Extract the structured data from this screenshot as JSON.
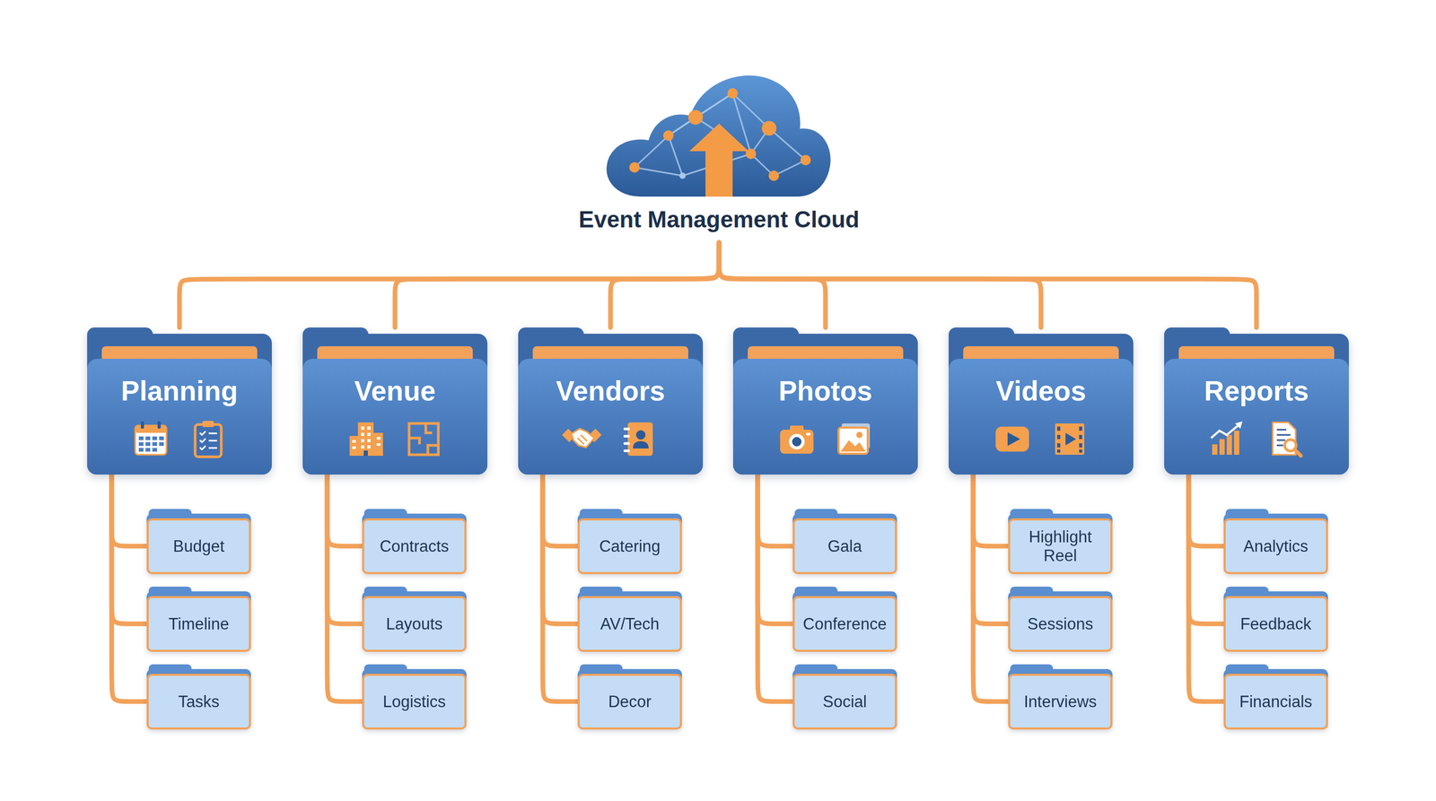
{
  "diagram": {
    "nodes": [
      {
        "text": [
          "Event Management Cloud"
        ]
      },
      {
        "text": [
          "Planning"
        ]
      },
      {
        "text": [
          "Budget"
        ]
      },
      {
        "text": [
          "Timeline"
        ]
      },
      {
        "text": [
          "Tasks"
        ]
      },
      {
        "text": [
          "Venue"
        ]
      },
      {
        "text": [
          "Contracts"
        ]
      },
      {
        "text": [
          "Layouts"
        ]
      },
      {
        "text": [
          "Logistics"
        ]
      },
      {
        "text": [
          "Vendors"
        ]
      },
      {
        "text": [
          "Catering"
        ]
      },
      {
        "text": [
          "AV/Tech"
        ]
      },
      {
        "text": [
          "Decor"
        ]
      },
      {
        "text": [
          "Photos"
        ]
      },
      {
        "text": [
          "Gala"
        ]
      },
      {
        "text": [
          "Conference"
        ]
      },
      {
        "text": [
          "Social"
        ]
      },
      {
        "text": [
          "Videos"
        ]
      },
      {
        "text": [
          "Highlight Reel"
        ]
      },
      {
        "text": [
          "Sessions"
        ]
      },
      {
        "text": [
          "Interviews"
        ]
      },
      {
        "text": [
          "Reports"
        ]
      },
      {
        "text": [
          "Analytics"
        ]
      },
      {
        "text": [
          "Feedback"
        ]
      },
      {
        "text": [
          "Financials"
        ]
      }
    ],
    "edges": [
      {
        "from": 0,
        "to": 1,
        "arrow": "none"
      },
      {
        "from": 0,
        "to": 5,
        "arrow": "none"
      },
      {
        "from": 0,
        "to": 9,
        "arrow": "none"
      },
      {
        "from": 0,
        "to": 13,
        "arrow": "none"
      },
      {
        "from": 0,
        "to": 17,
        "arrow": "none"
      },
      {
        "from": 0,
        "to": 21,
        "arrow": "none"
      },
      {
        "from": 1,
        "to": 2,
        "arrow": "none"
      },
      {
        "from": 1,
        "to": 3,
        "arrow": "none"
      },
      {
        "from": 1,
        "to": 4,
        "arrow": "none"
      },
      {
        "from": 5,
        "to": 6,
        "arrow": "none"
      },
      {
        "from": 5,
        "to": 7,
        "arrow": "none"
      },
      {
        "from": 5,
        "to": 8,
        "arrow": "none"
      },
      {
        "from": 9,
        "to": 10,
        "arrow": "none"
      },
      {
        "from": 9,
        "to": 11,
        "arrow": "none"
      },
      {
        "from": 9,
        "to": 12,
        "arrow": "none"
      },
      {
        "from": 13,
        "to": 14,
        "arrow": "none"
      },
      {
        "from": 13,
        "to": 15,
        "arrow": "none"
      },
      {
        "from": 13,
        "to": 16,
        "arrow": "none"
      },
      {
        "from": 17,
        "to": 18,
        "arrow": "none"
      },
      {
        "from": 17,
        "to": 19,
        "arrow": "none"
      },
      {
        "from": 17,
        "to": 20,
        "arrow": "none"
      },
      {
        "from": 21,
        "to": 22,
        "arrow": "none"
      },
      {
        "from": 21,
        "to": 23,
        "arrow": "none"
      },
      {
        "from": 21,
        "to": 24,
        "arrow": "none"
      }
    ]
  }
}
